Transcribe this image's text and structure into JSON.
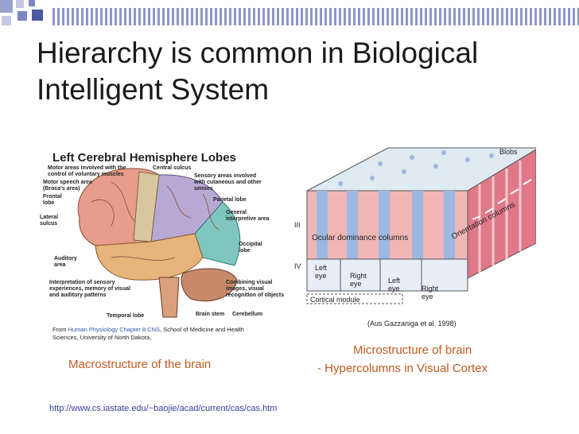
{
  "slide": {
    "title_line1": "Hierarchy is common in Biological",
    "title_line2": "Intelligent System"
  },
  "brain": {
    "heading": "Left Cerebral Hemisphere Lobes",
    "labels": {
      "motor_areas": "Motor areas involved with the control of voluntary muscles",
      "motor_speech": "Motor  speech area (Broca's area)",
      "frontal": "Frontal lobe",
      "lateral": "Lateral sulcus",
      "auditory": "Auditory area",
      "interpretation": "Interpretation of sensory experiences, memory of visual and auditory patterns",
      "central": "Central sulcus",
      "sensory": "Sensory areas involved with cutaneous and other senses",
      "parietal": "Parietal lobe",
      "general": "General interpretive area",
      "occipital": "Occipital lobe",
      "combining": "Combining visual images, visual recognition of objects",
      "temporal": "Temporal lobe",
      "brainstem": "Brain stem",
      "cerebellum": "Cerebellum"
    },
    "credit_from": "From ",
    "credit_link": "Human Physiology Chapter 8 CNS",
    "credit_rest": ", School of Medicine and Health Sciences, University of North Dakota,"
  },
  "hyper": {
    "blobs": "Blobs",
    "ocular": "Ocular dominance columns",
    "orientation": "Orientation columns",
    "layer3": "III",
    "layer4": "IV",
    "left_eye1": "Left eye",
    "right_eye1": "Right eye",
    "left_eye2": "Left eye",
    "right_eye2": "Right eye",
    "module": "Cortical module",
    "citation": "(Aus Gazzaniga et al. 1998)"
  },
  "captions": {
    "left": "Macrostructure of the brain",
    "right1": "Microstructure of brain",
    "right2": "- Hypercolumns in Visual Cortex"
  },
  "url": "http://www.cs.iastate.edu/~baojie/acad/current/cas/cas.htm",
  "colors": {
    "title": "#1a1a1a",
    "caption": "#c05a1e",
    "link": "#3a3aa0",
    "stripe": "#8e96c8"
  }
}
